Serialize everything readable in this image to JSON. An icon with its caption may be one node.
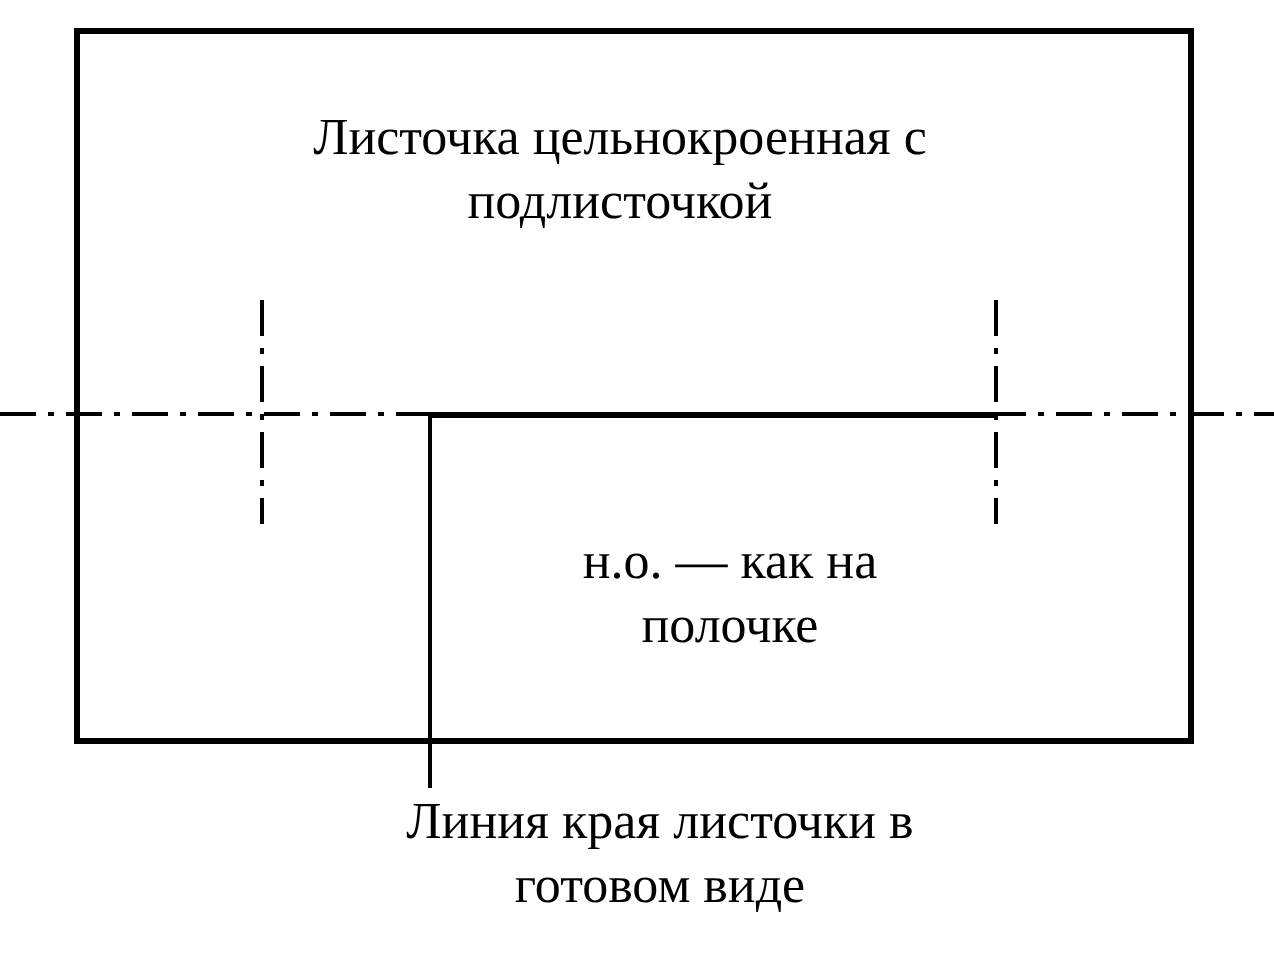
{
  "diagram": {
    "nodes": [
      {
        "text": [
          "Листочка цельнокроенная с подлисточкой",
          "н.о. — как на полочке"
        ]
      },
      {
        "text": [
          "Линия края листочки в готовом виде"
        ]
      },
      {
        "text": [],
        "shape": "line",
        "in": 0
      }
    ],
    "edges": [
      {
        "from": 1,
        "to": 2,
        "arrow": "none"
      }
    ]
  }
}
